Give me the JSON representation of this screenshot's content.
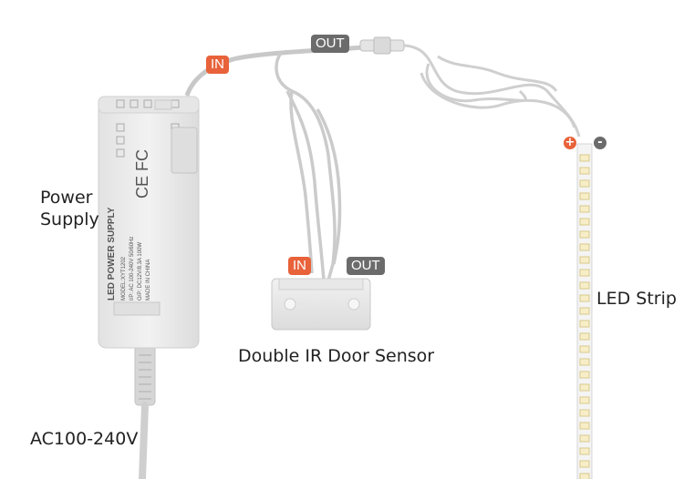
{
  "labels": {
    "power_supply_line1": "Power",
    "power_supply_line2": "Supply",
    "sensor": "Double IR Door Sensor",
    "led_strip": "LED Strip",
    "ac_input": "AC100-240V"
  },
  "badges": {
    "supply_in": "IN",
    "supply_out": "OUT",
    "sensor_in": "IN",
    "sensor_out": "OUT"
  },
  "polarity": {
    "plus": "+",
    "minus": "-"
  },
  "device_print": {
    "title": "LED POWER SUPPLY",
    "model": "MODEL:XYT1202",
    "input": "I/P: AC 100-240V 50/60Hz",
    "output": "O/P: DC12V/8.3A 100W",
    "origin": "MADE IN CHINA",
    "ce_mark": "CE FC"
  },
  "colors": {
    "in_badge": "#e8623a",
    "out_badge": "#6b6b6b",
    "cable": "#c8c8c8",
    "device": "#ececec"
  }
}
